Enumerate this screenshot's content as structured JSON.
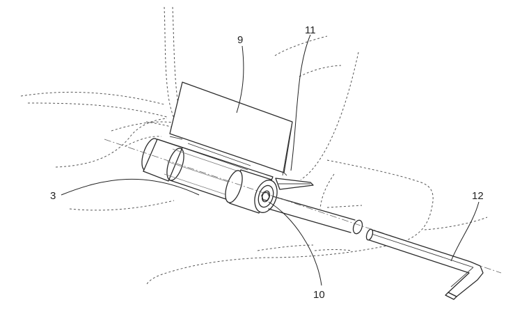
{
  "figure": {
    "labels": {
      "ref_3": "3",
      "ref_9": "9",
      "ref_10": "10",
      "ref_11": "11",
      "ref_12": "12"
    }
  }
}
